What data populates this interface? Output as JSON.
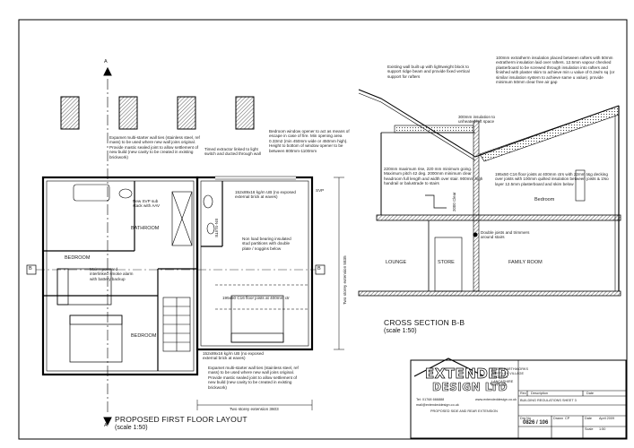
{
  "plan": {
    "title": "PROPOSED FIRST FLOOR LAYOUT",
    "scale": "(scale 1:50)",
    "section_marker": "A",
    "section_marker_b": "B",
    "rooms": {
      "bathroom": "BATHROOM",
      "bedroom_left": "BEDROOM",
      "bedroom_lower": "BEDROOM",
      "ensuite": "EN-SUITE"
    },
    "notes": {
      "wall_ties_top": "Expamet multi-starter wall ties (stainless steel, ref mass) to be used where new wall joins original. Provide mastic sealed joint to allow settlement of new build (new cavity to be created in existing brickwork)",
      "extractor": "Timed extractor linked to light switch and ducted through wall",
      "window_opener": "Bedroom window opener to act as means of escape in case of fire. Min opening area 0.33m2 (min 450mm wide or 450mm high). Height to bottom of window opener to be between 800mm-1100mm",
      "svp_stack": "New SVP sub stack with AAV",
      "beam_top": "152x89x16 kg/m UB (no exposed external brick at eaves)",
      "stud_partitions": "Non load bearing insulated stud partitions with double plate / noggins below",
      "smoke_alarm": "Mains powered interlinked smoke alarm with battery backup",
      "floor_joists": "195x50 C16 floor joists at 400mm ctr",
      "beam_bottom": "152x89x16 kg/m UB (no exposed external brick at eaves)",
      "wall_ties_bottom": "Expamet multi-starter wall ties (stainless steel, ref mass) to be used where new wall joins original. Provide mastic sealed joint to allow settlement of new build (new cavity to be created in existing brickwork)",
      "svp_label": "SVP",
      "dim_vertical": "Two storey extension 5835",
      "dim_bottom": "Two storey extension 3603"
    }
  },
  "section": {
    "title": "CROSS SECTION B-B",
    "scale": "(scale 1:50)",
    "rooms": {
      "lounge": "LOUNGE",
      "store": "STORE",
      "family_room": "FAMILY ROOM",
      "bedroom": "Bedroom"
    },
    "notes": {
      "gable": "Existing wall built up with lightweight block to support ridge beam and provide fixed vertical support for rafters",
      "insulation_roof": "100mm extratherm insulation placed between rafters with 50mm extratherm insulation laid over rafters. 12.5mm vapour checked plasterboard to be screwed through insulation into rafters and finished with plaster skim to achieve min u value of 0.2w/m sq (or similar insulation system to achieve same u value). provide minimum 50mm clear free air gap",
      "loft_insulation": "300mm insulation to unheated loft space",
      "stairs": "220mm maximum rise, 220 mm minimum going. Maximum pitch 42 deg. 2000mm minimum clear headroom full length and width over stair. 900mm high handrail or balustrade to stairs",
      "floor_joists": "195x50 C16 floor joists at 400mm ctrs with 22mm t&g decking over joists with 100mm quilted insulation between joists & 1No layer 12.5mm plasterboard and skim below",
      "clear": "2000 Clear",
      "double_joists": "Double joists and trimmers around stairs"
    }
  },
  "title_block": {
    "logo_line1": "EXTENDED",
    "logo_line2": "DESIGN LTD",
    "company_address": "87 THE EARTHWORKS\nWEST-LEY VILLAGE\nCHORLEY\nLANCASHIRE\nPR7 1GB",
    "company_tel": "Tel: 01768 666888",
    "company_web": "www.extendeddesign.co.uk",
    "company_email": "mail@extendeddesign.co.uk",
    "rev_header": "Rev",
    "description_header": "Description",
    "date_header": "Date",
    "drawing_title": "BUILDING REGULATIONS SHEET 3",
    "project": "PROPOSED SIDE AND REAR EXTENSION",
    "drg_no_label": "Drg No",
    "drg_no": "0826 / 106",
    "drawn_label": "Drawn",
    "drawn": "CP",
    "date_label": "Date",
    "date": "April 2009",
    "scale_label": "Scale",
    "scale": "1:50"
  }
}
